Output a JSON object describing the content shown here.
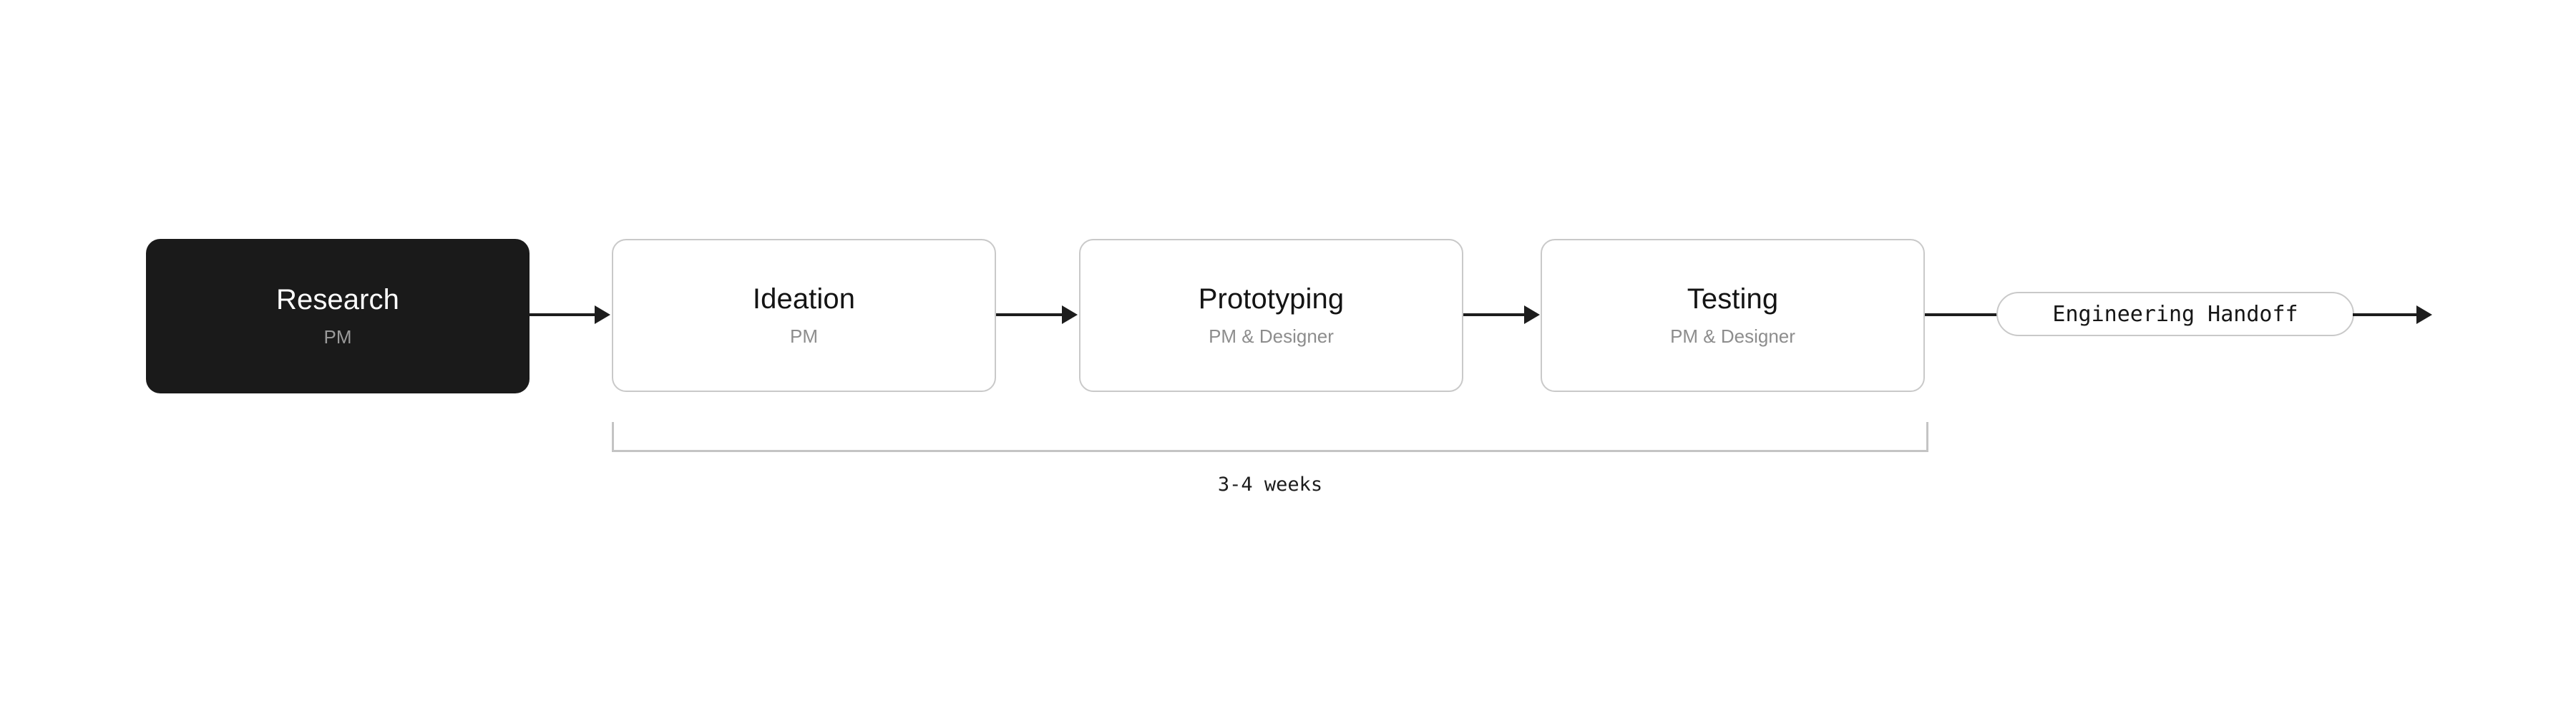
{
  "diagram": {
    "type": "process-flow",
    "background_color": "#ffffff",
    "accent_dark": "#1a1a1a",
    "border_color": "#c9c9c9",
    "connector_color": "#1d1d1d",
    "bracket_color": "#c4c4c4",
    "muted_text_color": "#8d8d8d"
  },
  "steps": [
    {
      "title": "Research",
      "owner": "PM",
      "state": "active"
    },
    {
      "title": "Ideation",
      "owner": "PM",
      "state": "default"
    },
    {
      "title": "Prototyping",
      "owner": "PM & Designer",
      "state": "default"
    },
    {
      "title": "Testing",
      "owner": "PM & Designer",
      "state": "default"
    }
  ],
  "terminal": {
    "label": "Engineering Handoff"
  },
  "duration": {
    "label": "3-4 weeks"
  }
}
